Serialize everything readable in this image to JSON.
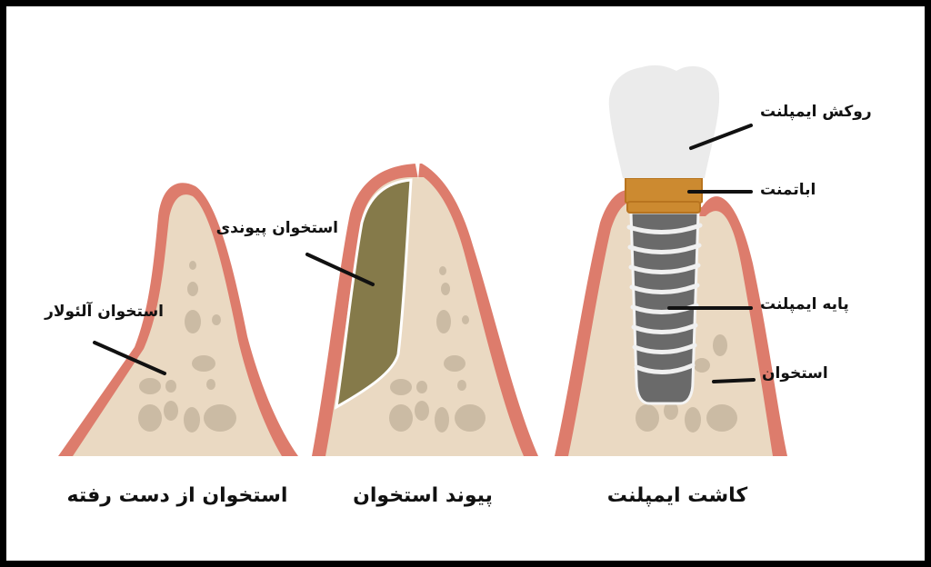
{
  "colors": {
    "gum": "#dd7c6c",
    "bone": "#ead9c2",
    "bone_spot": "#cbbba4",
    "graft": "#857a4a",
    "crown": "#ebebeb",
    "abutment": "#cc8a30",
    "implant": "#6a6a6a",
    "thread": "#f0f0f0",
    "line": "#111111"
  },
  "panels": [
    {
      "caption": "استخوان از دست رفته",
      "callouts": [
        {
          "text": "استخوان آلئولار"
        }
      ]
    },
    {
      "caption": "پیوند استخوان",
      "callouts": [
        {
          "text": "استخوان پیوندی"
        }
      ]
    },
    {
      "caption": "کاشت ایمپلنت",
      "callouts": [
        {
          "text": "روکش ایمپلنت"
        },
        {
          "text": "اباتمنت"
        },
        {
          "text": "پایه ایمپلنت"
        },
        {
          "text": "استخوان"
        }
      ]
    }
  ]
}
